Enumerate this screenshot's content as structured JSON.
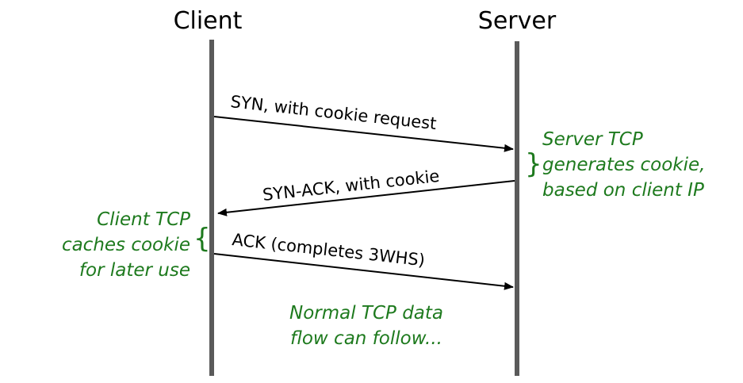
{
  "actors": {
    "client": "Client",
    "server": "Server"
  },
  "messages": [
    {
      "label": "SYN, with cookie request",
      "direction": "client-to-server"
    },
    {
      "label": "SYN-ACK, with cookie",
      "direction": "server-to-client"
    },
    {
      "label": "ACK (completes 3WHS)",
      "direction": "client-to-server"
    }
  ],
  "notes": {
    "server": [
      "Server TCP",
      "generates cookie,",
      "based on client IP"
    ],
    "client": [
      "Client TCP",
      "caches cookie",
      "for later use"
    ],
    "footer": [
      "Normal TCP data",
      "flow can follow..."
    ]
  },
  "brace_glyphs": {
    "server": "}",
    "client": "{"
  },
  "colors": {
    "lifeline": "#5a5a5a",
    "arrow": "#000000",
    "note": "#1e7a1e",
    "text": "#000000"
  }
}
